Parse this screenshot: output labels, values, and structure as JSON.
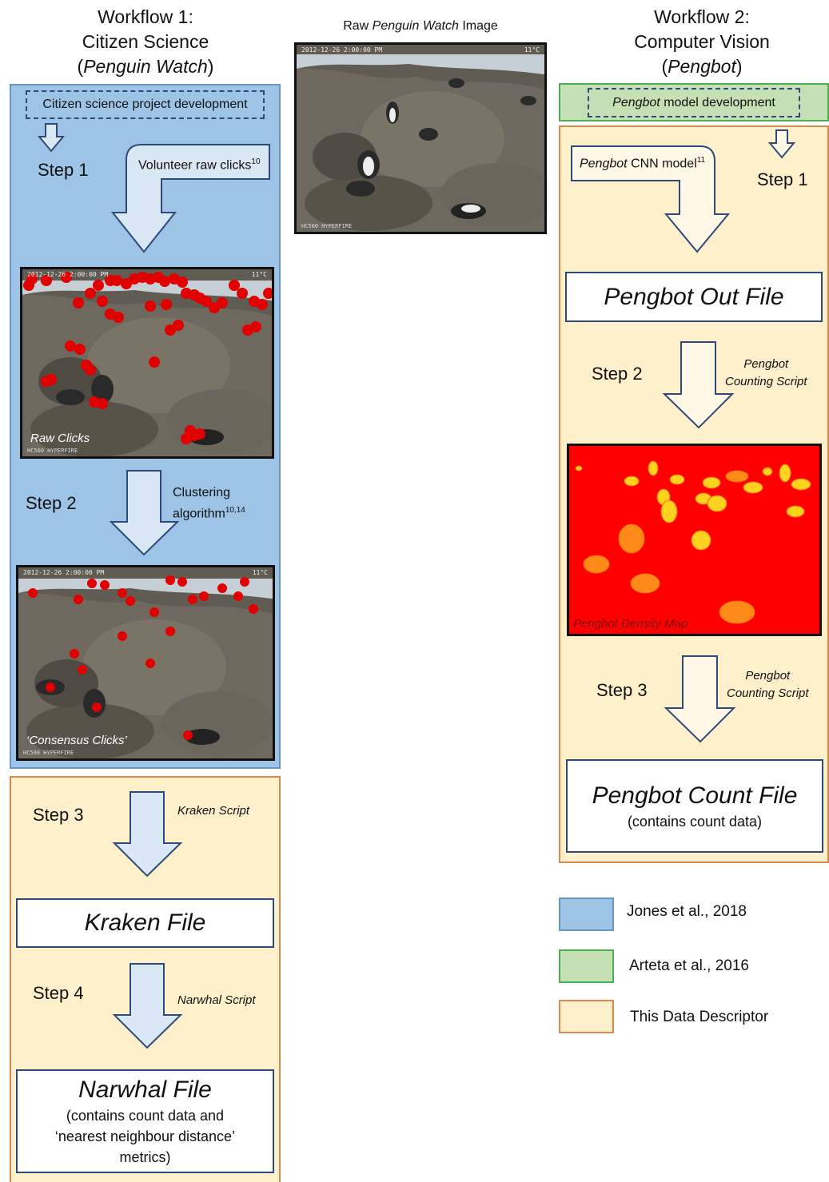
{
  "workflow1": {
    "title_line1": "Workflow 1:",
    "title_line2": "Citizen Science",
    "title_line3": "Penguin Watch",
    "dev_box": "Citizen science project development",
    "step1": "Step 1",
    "volunteer_label": "Volunteer raw clicks",
    "volunteer_ref": "10",
    "raw_clicks_caption": "Raw Clicks",
    "step2": "Step 2",
    "clustering_label_1": "Clustering",
    "clustering_label_2": "algorithm",
    "clustering_ref": "10,14",
    "consensus_caption": "‘Consensus Clicks’",
    "step3": "Step 3",
    "kraken_script": "Kraken Script",
    "kraken_file": "Kraken File",
    "step4": "Step 4",
    "narwhal_script": "Narwhal Script",
    "narwhal_file": "Narwhal File",
    "narwhal_sub_1": "(contains count data and",
    "narwhal_sub_2": "‘nearest neighbour distance’",
    "narwhal_sub_3": "metrics)"
  },
  "raw_image": {
    "label_pre": "Raw",
    "label_italic": "Penguin Watch",
    "label_post": "Image",
    "stamp_date": "2012-12-26 2:00:00 PM",
    "stamp_temp": "11°C",
    "stamp_cam": "HC500 HYPERFIRE"
  },
  "workflow2": {
    "title_line1": "Workflow 2:",
    "title_line2": "Computer Vision",
    "title_line3": "Pengbot",
    "dev_box_italic": "Pengbot",
    "dev_box_rest": "model development",
    "step1": "Step 1",
    "cnn_italic": "Pengbot",
    "cnn_rest": "CNN model",
    "cnn_ref": "11",
    "out_file": "Pengbot Out File",
    "step2": "Step 2",
    "counting_script_1": "Pengbot",
    "counting_script_2": "Counting Script",
    "density_caption": "Pengbot Density Map",
    "step3": "Step 3",
    "count_file": "Pengbot Count File",
    "count_file_sub": "(contains count data)"
  },
  "legend": [
    {
      "label": "Jones et al., 2018",
      "color": "#9dc3e6",
      "border": "#6a96c4"
    },
    {
      "label": "Arteta et al., 2016",
      "color": "#c5e0b4",
      "border": "#4caf50"
    },
    {
      "label": "This Data Descriptor",
      "color": "#fdf0cb",
      "border": "#d9894a"
    }
  ]
}
